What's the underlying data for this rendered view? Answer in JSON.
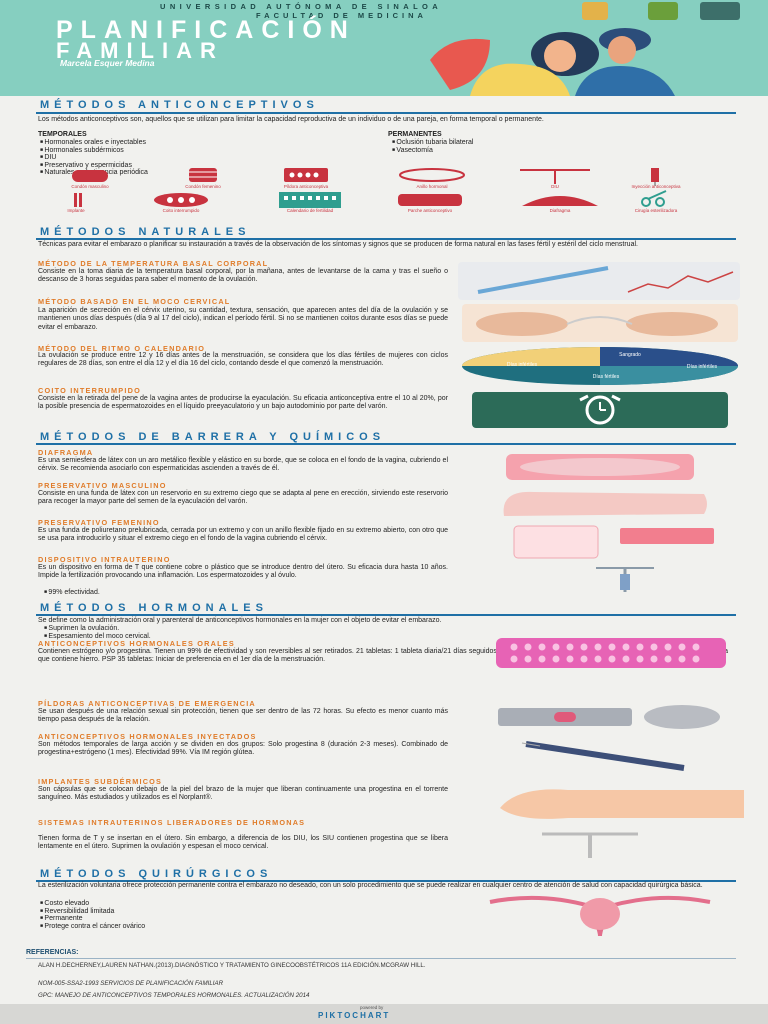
{
  "header": {
    "university": "UNIVERSIDAD AUTÓNOMA DE SINALOA",
    "faculty": "FACULTAD DE MEDICINA",
    "title_line1": "PLANIFICACIÓN",
    "title_line2": "FAMILIAR",
    "author": "Marcela Esquer Medina"
  },
  "colors": {
    "header_bg": "#86cfc0",
    "section_blue": "#1f70a6",
    "subtitle_orange": "#e07c2a",
    "icon_red": "#c8333f"
  },
  "anticonceptivos": {
    "title": "MÉTODOS ANTICONCEPTIVOS",
    "intro": "Los métodos anticonceptivos son, aquellos que se utilizan para limitar la capacidad reproductiva de un individuo o de una pareja, en forma temporal o permanente.",
    "temporales_label": "TEMPORALES",
    "temporales": [
      "Hormonales orales e inyectables",
      "Hormonales subdérmicos",
      "DIU",
      "Preservativo y espermicidas",
      "Naturales o abstinencia periódica"
    ],
    "permanentes_label": "PERMANENTES",
    "permanentes": [
      "Oclusión tubaria bilateral",
      "Vasectomía"
    ],
    "icons_row1": [
      "Condón masculino",
      "Condón femenino",
      "Píldora anticonceptiva",
      "Anillo hormonal",
      "DIU",
      "Inyección anticonceptiva"
    ],
    "icons_row2": [
      "Implante",
      "Coito interrumpido",
      "Calendario de fertilidad",
      "Parche anticonceptivo",
      "Diafragma",
      "Cirugía esterilizadora"
    ]
  },
  "naturales": {
    "title": "MÉTODOS NATURALES",
    "intro": "Técnicas para evitar el embarazo o planificar su instauración a través de la observación de los síntomas y signos que se producen de forma natural en las fases fértil y estéril del ciclo menstrual.",
    "temperatura_title": "MÉTODO DE LA TEMPERATURA BASAL CORPORAL",
    "temperatura_text": "Consiste en la toma diaria de la temperatura basal corporal, por la mañana, antes de levantarse de la cama y tras el sueño o descanso de 3 horas seguidas para saber el momento de la ovulación.",
    "moco_title": "MÉTODO BASADO EN EL MOCO CERVICAL",
    "moco_text": "La aparición de secreción en el cérvix uterino, su cantidad, textura, sensación, que aparecen antes del día de la ovulación y se mantienen unos días después (día 9 al 17 del ciclo), indican el período fértil. Si no se mantienen coitos durante esos días se puede evitar el embarazo.",
    "ritmo_title": "MÉTODO DEL RITMO O CALENDARIO",
    "ritmo_text": "La ovulación se produce entre 12 y 16 días antes de la menstruación, se considera que los días fértiles de mujeres con ciclos regulares de 28 días, son entre el día 12 y el día 16 del ciclo, contando desde el que comenzó la menstruación.",
    "coito_title": "COITO INTERRUMPIDO",
    "coito_text": "Consiste en la retirada del pene de la vagina antes de producirse la eyaculación. Su eficacia anticonceptiva entre el 10 al 20%, por la posible presencia de espermatozoides en el líquido preeyaculatorio y un bajo autodominio por parte del varón.",
    "wheel_labels": [
      "Días infértiles",
      "Días fértiles",
      "Sangrado",
      "Días infértiles"
    ]
  },
  "barrera": {
    "title": "MÉTODOS DE BARRERA Y QUÍMICOS",
    "diafragma_title": "DIAFRAGMA",
    "diafragma_text": "Es una semiesfera de látex con un aro metálico flexible y elástico en su borde, que se coloca en el fondo de la vagina, cubriendo el cérvix. Se recomienda asociarlo con espermaticidas ascienden a través de él.",
    "masc_title": "PRESERVATIVO MASCULINO",
    "masc_text": "Consiste en una funda de látex con un reservorio en su extremo ciego que se adapta al pene en erección, sirviendo este reservorio para recoger la mayor parte del semen de la eyaculación del varón.",
    "fem_title": "PRESERVATIVO FEMENINO",
    "fem_text": "Es una funda de poliuretano prelubricada, cerrada por un extremo y con un anillo flexible fijado en su extremo abierto, con otro que se usa para introducirlo y situar el extremo ciego en el fondo de la vagina cubriendo el cérvix.",
    "diu_title": "DISPOSITIVO INTRAUTERINO",
    "diu_text": "Es un dispositivo en forma de T que contiene cobre o plástico que se introduce dentro del útero. Su eficacia dura hasta 10 años. Impide la fertilización provocando una inflamación. Los espermatozoides y al óvulo.",
    "diu_bullet": "99% efectividad."
  },
  "hormonales": {
    "title": "MÉTODOS HORMONALES",
    "intro": "Se define como la administración oral y parenteral de anticonceptivos hormonales en la mujer con el objeto de evitar el embarazo.",
    "intro_bullets": [
      "Suprimen la ovulación.",
      "Espesamiento del moco cervical."
    ],
    "orales_title": "ANTICONCEPTIVOS HORMONALES ORALES",
    "orales_text": "Contienen estrógeno y/o progestina. Tienen un 99% de efectividad y son reversibles al ser retirados. 21 tabletas: 1 tableta diaria/21 días seguidos. 28 tabletas: 1 tableta diaria/21 días seguidos de 7 ingiriendo una tableta que contiene hierro. PSP 35 tabletas: Iniciar de preferencia en el 1er día de la menstruación.",
    "emergencia_title": "PÍLDORAS ANTICONCEPTIVAS DE EMERGENCIA",
    "emergencia_text": "Se usan después de una relación sexual sin protección, tienen que ser dentro de las 72 horas. Su efecto es menor cuanto más tiempo pasa después de la relación.",
    "inyectados_title": "ANTICONCEPTIVOS HORMONALES INYECTADOS",
    "inyectados_text": "Son métodos temporales de larga acción y se dividen en dos grupos: Solo progestina 8 (duración 2-3 meses). Combinado de progestina+estrógeno (1 mes). Efectividad 99%. Vía IM región glútea.",
    "implantes_title": "IMPLANTES SUBDÉRMICOS",
    "implantes_text": "Son cápsulas que se colocan debajo de la piel del brazo de la mujer que liberan continuamente una progestina en el torrente sanguíneo. Más estudiados y utilizados es el Norplant®.",
    "siu_title": "SISTEMAS INTRAUTERINOS LIBERADORES DE HORMONAS",
    "siu_text": "Tienen forma de T y se insertan en el útero. Sin embargo, a diferencia de los DIU, los SIU contienen progestina que se libera lentamente en el útero. Suprimen la ovulación y espesan el moco cervical."
  },
  "quirurgicos": {
    "title": "MÉTODOS QUIRÚRGICOS",
    "intro": "La esterilización voluntaria ofrece protección permanente contra el embarazo no deseado, con un solo procedimiento que se puede realizar en cualquier centro de atención de salud con capacidad quirúrgica básica.",
    "bullets": [
      "Costo elevado",
      "Reversibilidad limitada",
      "Permanente",
      "Protege contra el cáncer ovárico"
    ]
  },
  "referencias": {
    "title": "REFERENCIAS:",
    "items": [
      "ALAN H.DECHERNEY,LAUREN NATHAN.(2013).DIAGNÓSTICO Y TRATAMIENTO GINECOOBSTÉTRICOS 11A EDICIÓN.MCGRAW HILL.",
      "NOM-005-SSA2-1993 SERVICIOS DE PLANIFICACIÓN FAMILIAR",
      "GPC: MANEJO DE ANTICONCEPTIVOS TEMPORALES HORMONALES. ACTUALIZACIÓN 2014"
    ]
  },
  "footer": {
    "powered": "powered by",
    "brand": "PIKTOCHART"
  }
}
